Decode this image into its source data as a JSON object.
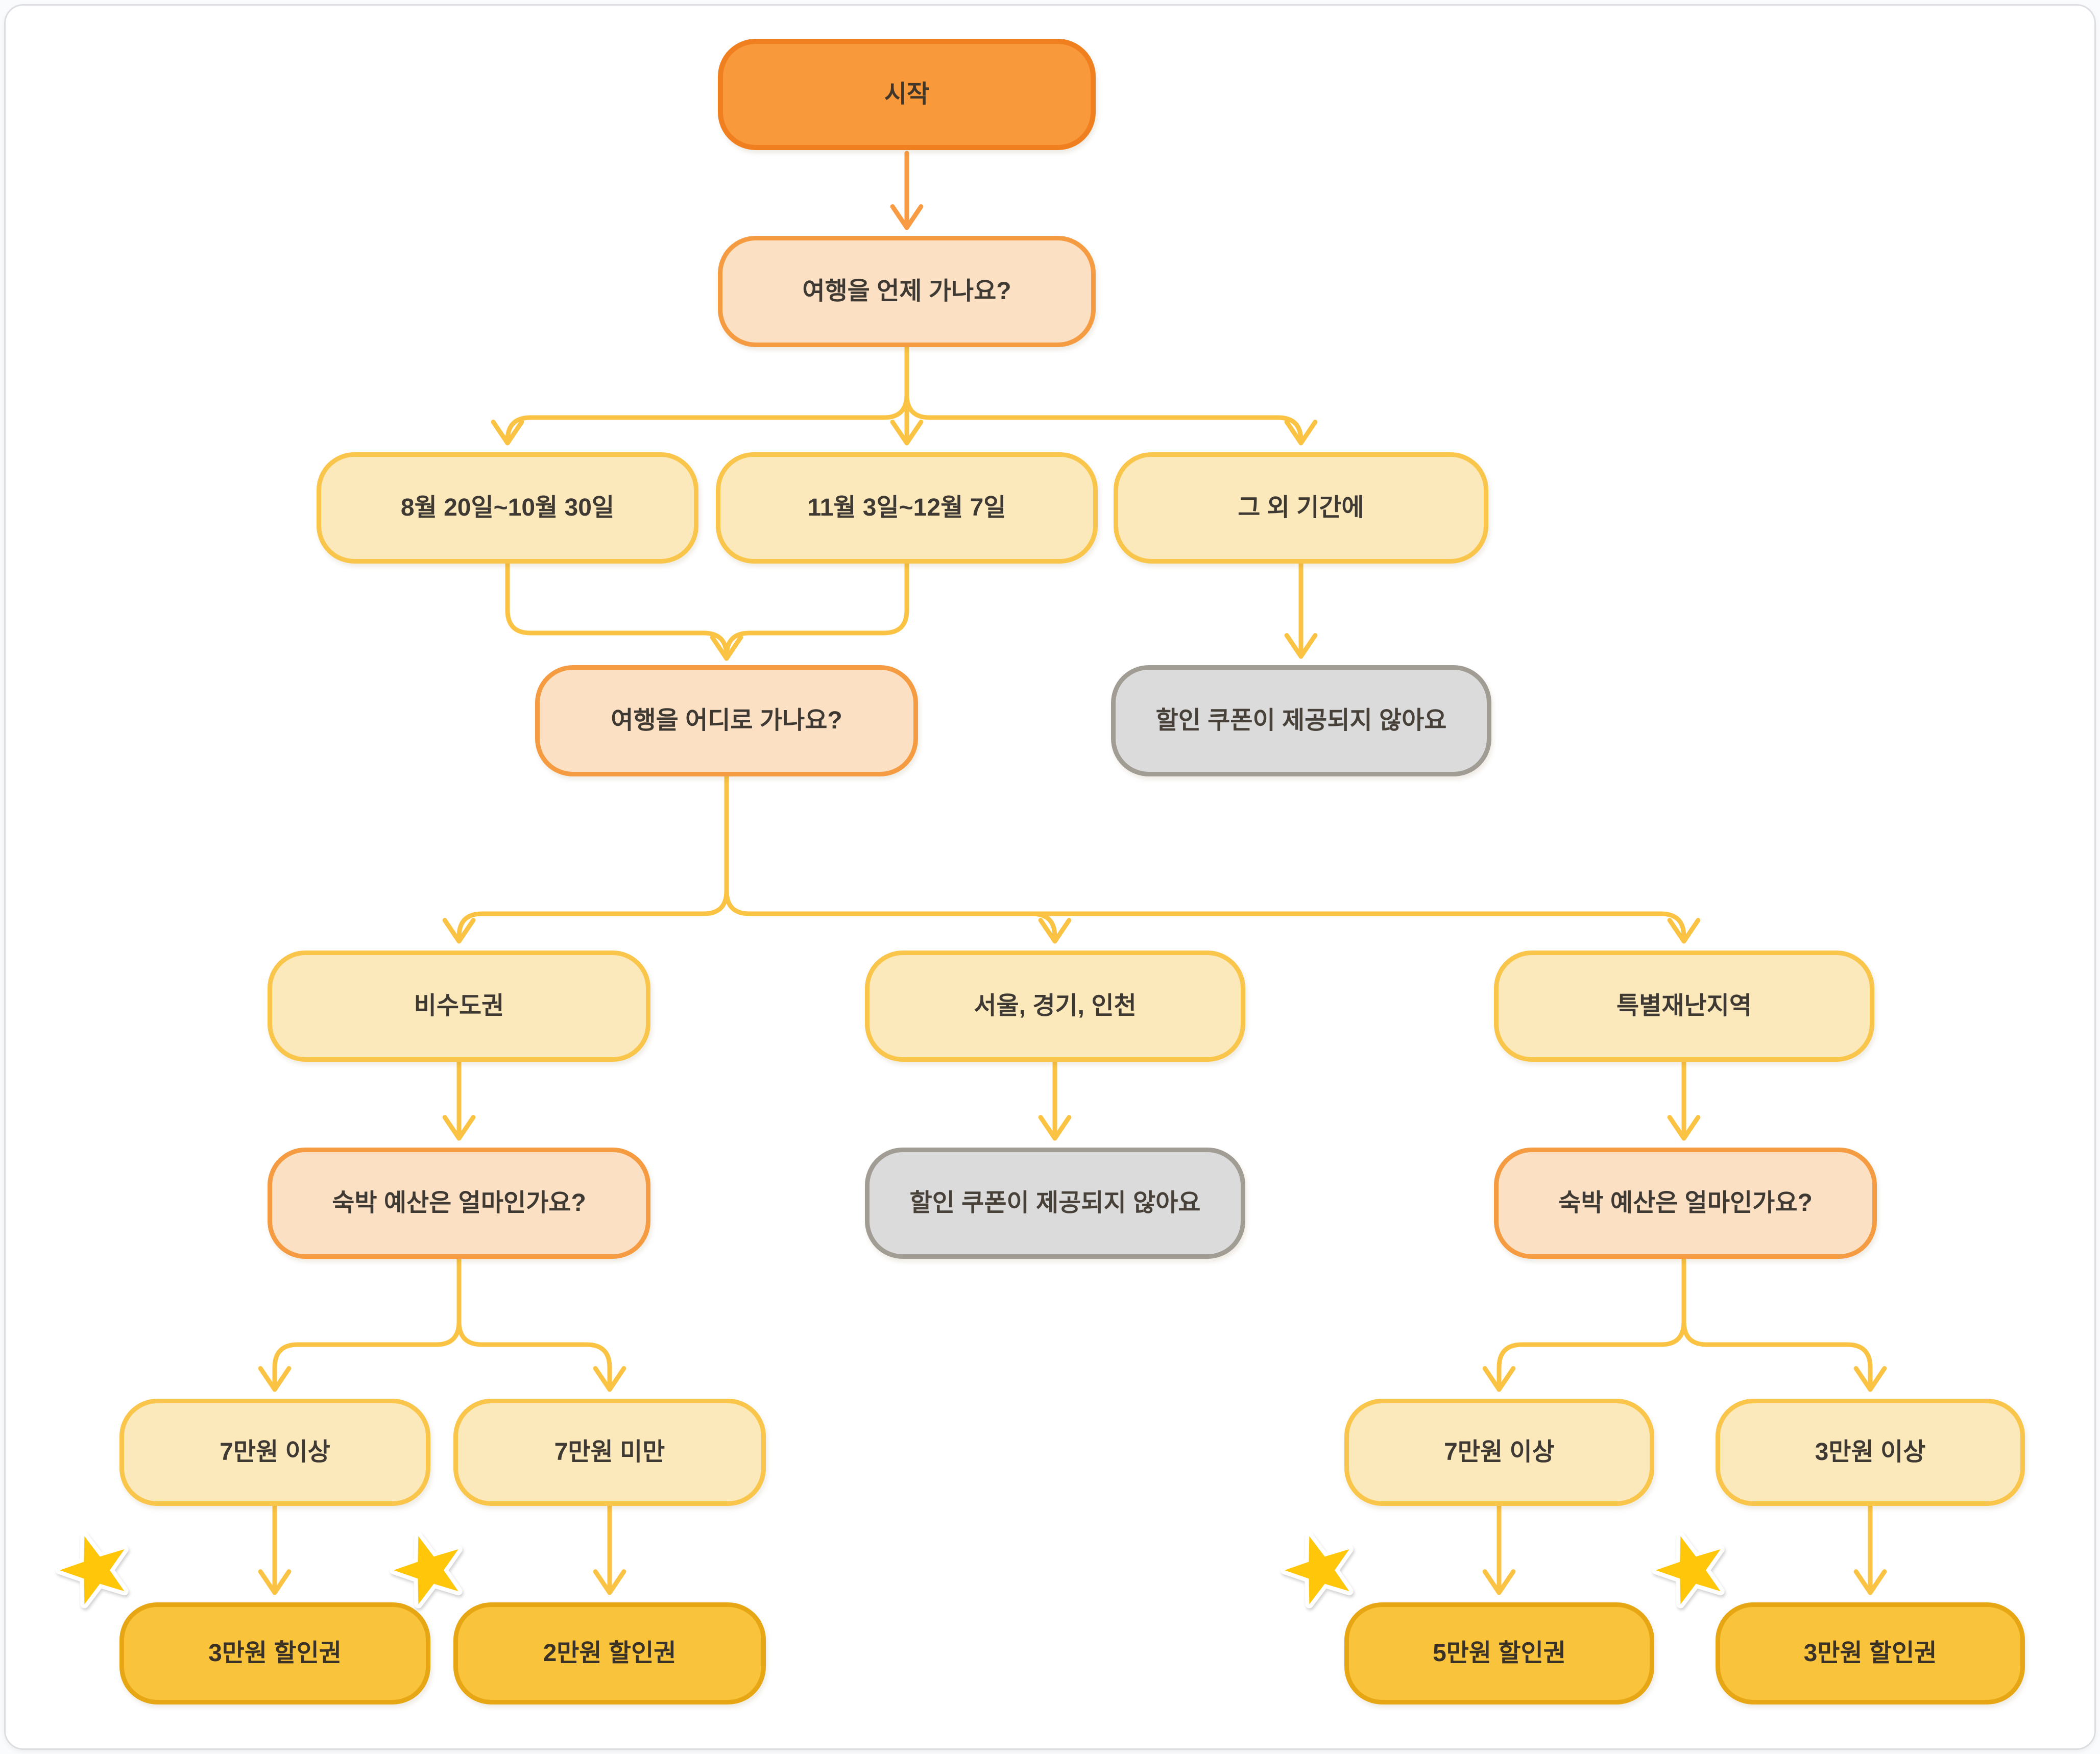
{
  "diagram": {
    "nodes": {
      "start": {
        "label": "시작",
        "type": "start"
      },
      "q_when": {
        "label": "여행을 언제 가나요?",
        "type": "question"
      },
      "date1": {
        "label": "8월 20일~10월 30일",
        "type": "option"
      },
      "date2": {
        "label": "11월 3일~12월 7일",
        "type": "option"
      },
      "date3": {
        "label": "그 외 기간에",
        "type": "option"
      },
      "q_where": {
        "label": "여행을 어디로 가나요?",
        "type": "question"
      },
      "no_coupon1": {
        "label": "할인 쿠폰이 제공되지 않아요",
        "type": "gray"
      },
      "region1": {
        "label": "비수도권",
        "type": "option"
      },
      "region2": {
        "label": "서울, 경기, 인천",
        "type": "option"
      },
      "region3": {
        "label": "특별재난지역",
        "type": "option"
      },
      "q_budget_l": {
        "label": "숙박 예산은 얼마인가요?",
        "type": "question"
      },
      "no_coupon2": {
        "label": "할인 쿠폰이 제공되지 않아요",
        "type": "gray"
      },
      "q_budget_r": {
        "label": "숙박 예산은 얼마인가요?",
        "type": "question"
      },
      "budget_l1": {
        "label": "7만원 이상",
        "type": "option"
      },
      "budget_l2": {
        "label": "7만원 미만",
        "type": "option"
      },
      "budget_r1": {
        "label": "7만원 이상",
        "type": "option"
      },
      "budget_r2": {
        "label": "3만원 이상",
        "type": "option"
      },
      "coupon_l1": {
        "label": "3만원 할인권",
        "type": "coupon",
        "starred": true
      },
      "coupon_l2": {
        "label": "2만원 할인권",
        "type": "coupon",
        "starred": true
      },
      "coupon_r1": {
        "label": "5만원 할인권",
        "type": "coupon",
        "starred": true
      },
      "coupon_r2": {
        "label": "3만원 할인권",
        "type": "coupon",
        "starred": true
      }
    },
    "edges": [
      {
        "from": "start",
        "to": "q_when"
      },
      {
        "from": "q_when",
        "to": "date1"
      },
      {
        "from": "q_when",
        "to": "date2"
      },
      {
        "from": "q_when",
        "to": "date3"
      },
      {
        "from": "date1",
        "to": "q_where"
      },
      {
        "from": "date2",
        "to": "q_where"
      },
      {
        "from": "date3",
        "to": "no_coupon1"
      },
      {
        "from": "q_where",
        "to": "region1"
      },
      {
        "from": "q_where",
        "to": "region2"
      },
      {
        "from": "q_where",
        "to": "region3"
      },
      {
        "from": "region1",
        "to": "q_budget_l"
      },
      {
        "from": "region2",
        "to": "no_coupon2"
      },
      {
        "from": "region3",
        "to": "q_budget_r"
      },
      {
        "from": "q_budget_l",
        "to": "budget_l1"
      },
      {
        "from": "q_budget_l",
        "to": "budget_l2"
      },
      {
        "from": "budget_l1",
        "to": "coupon_l1"
      },
      {
        "from": "budget_l2",
        "to": "coupon_l2"
      },
      {
        "from": "q_budget_r",
        "to": "budget_r1"
      },
      {
        "from": "q_budget_r",
        "to": "budget_r2"
      },
      {
        "from": "budget_r1",
        "to": "coupon_r1"
      },
      {
        "from": "budget_r2",
        "to": "coupon_r2"
      }
    ],
    "colors": {
      "start_fill": "#F8993B",
      "start_border": "#EF7F1F",
      "question_fill": "#FCE0C3",
      "question_border": "#F59B41",
      "option_fill": "#FBE9BC",
      "option_border": "#F9C64B",
      "coupon_fill": "#F9C33C",
      "coupon_border": "#E7A714",
      "gray_fill": "#DBDBDB",
      "gray_border": "#A19D95",
      "edge_gold": "#FBC343",
      "edge_orange": "#F89B43",
      "star_fill": "#FFC60A",
      "star_outline": "#FFFFFF"
    }
  }
}
